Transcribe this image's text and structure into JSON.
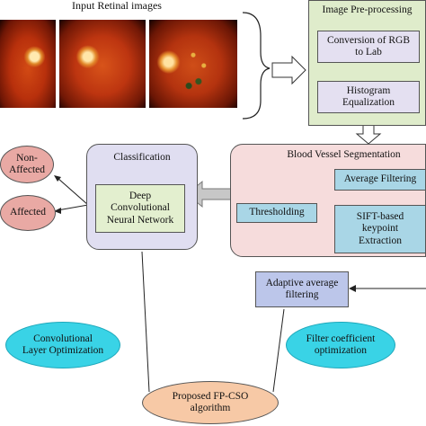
{
  "header": {
    "input_label": "Input Retinal images"
  },
  "preprocessing": {
    "title": "Image Pre-processing",
    "step1": "Conversion of RGB to Lab",
    "step2": "Histogram Equalization"
  },
  "segmentation": {
    "title": "Blood Vessel Segmentation",
    "thresholding": "Thresholding",
    "average_filtering": "Average Filtering",
    "sift": "SIFT-based keypoint Extraction"
  },
  "classification": {
    "title": "Classification",
    "dcnn": "Deep Convolutional Neural Network"
  },
  "outputs": {
    "non_affected": "Non-Affected",
    "affected": "Affected"
  },
  "adaptive_filter": "Adaptive average filtering",
  "optimization": {
    "conv_layer": "Convolutional Layer Optimization",
    "filter_coef": "Filter coefficient optimization",
    "algorithm": "Proposed FP-CSO algorithm"
  },
  "colors": {
    "preprocessing_bg": "#dfeccb",
    "step_bg": "#e4e0f1",
    "segmentation_bg": "#f6dcdc",
    "teal_box": "#a9d6e6",
    "classification_bg": "#e0def1",
    "dcnn_bg": "#e3efcf",
    "output_bg": "#e9a9a4",
    "adaptive_bg": "#bcc6ea",
    "optim_ellipse": "#39d3e6",
    "algorithm_bg": "#f7c9a6"
  }
}
